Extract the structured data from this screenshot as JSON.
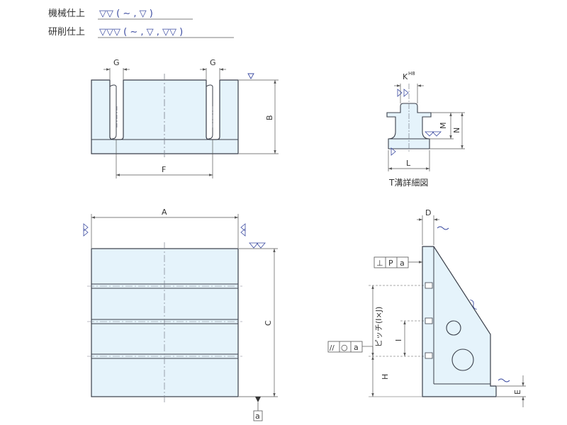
{
  "finish_legend": {
    "machine_label": "機械仕上",
    "machine_symbols": "▽▽ ( ∼ , ▽ )",
    "grind_label": "研削仕上",
    "grind_symbols": "▽▽▽ ( ∼ , ▽ , ▽▽ )"
  },
  "dimensions": {
    "A": "A",
    "B": "B",
    "C": "C",
    "D": "D",
    "E": "E",
    "F": "F",
    "G": "G",
    "H": "H",
    "I": "I",
    "K": "K",
    "K_tolerance": "H8",
    "L": "L",
    "M": "M",
    "N": "N",
    "pitch": "ピッチ(I×J)"
  },
  "tslot_detail_caption": "T溝詳細図",
  "tolerance_frames": {
    "perpendicularity": [
      "⊥",
      "P",
      "a"
    ],
    "parallelism": [
      "//",
      "○",
      "a"
    ]
  },
  "datum_label": "a",
  "colors": {
    "part_fill": "#e5f3fb",
    "outline": "#3a3f4a",
    "finish_symbol": "#3a4aa0"
  }
}
